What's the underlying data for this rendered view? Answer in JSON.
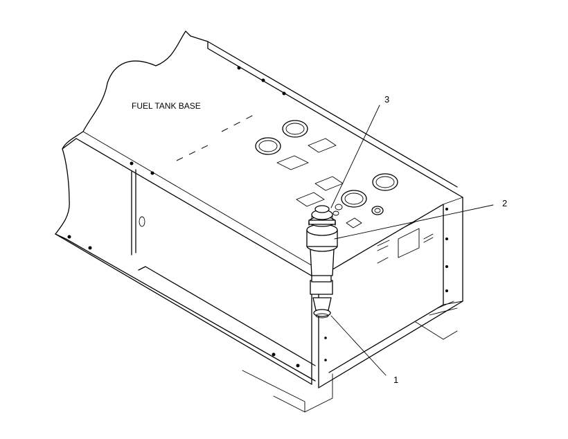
{
  "diagram": {
    "title_label": "FUEL TANK BASE",
    "callouts": [
      {
        "id": "1",
        "text": "1"
      },
      {
        "id": "2",
        "text": "2"
      },
      {
        "id": "3",
        "text": "3"
      }
    ]
  },
  "colors": {
    "line": "#000000",
    "background": "#ffffff"
  }
}
